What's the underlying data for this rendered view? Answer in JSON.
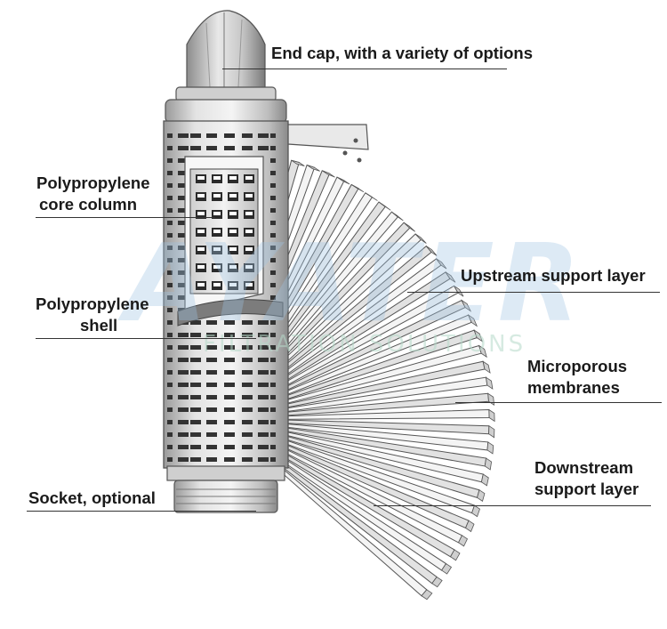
{
  "labels": {
    "end_cap": "End cap, with a variety of options",
    "core_line1": "Polypropylene",
    "core_line2": "core column",
    "shell_line1": "Polypropylene",
    "shell_line2": "shell",
    "upstream": "Upstream support layer",
    "micro_line1": "Microporous",
    "micro_line2": "membranes",
    "down_line1": "Downstream",
    "down_line2": "support layer",
    "socket": "Socket, optional"
  },
  "watermark": {
    "brand": "AYATER",
    "sub": "FILTRATION SOLUTIONS"
  },
  "colors": {
    "metal_light": "#e6e6e6",
    "metal_mid": "#b9b9b9",
    "metal_dark": "#6e6e6e",
    "slot": "#2e2e2e",
    "watermark_blue": "#9fc4e2",
    "watermark_green": "#b6d9c9"
  }
}
